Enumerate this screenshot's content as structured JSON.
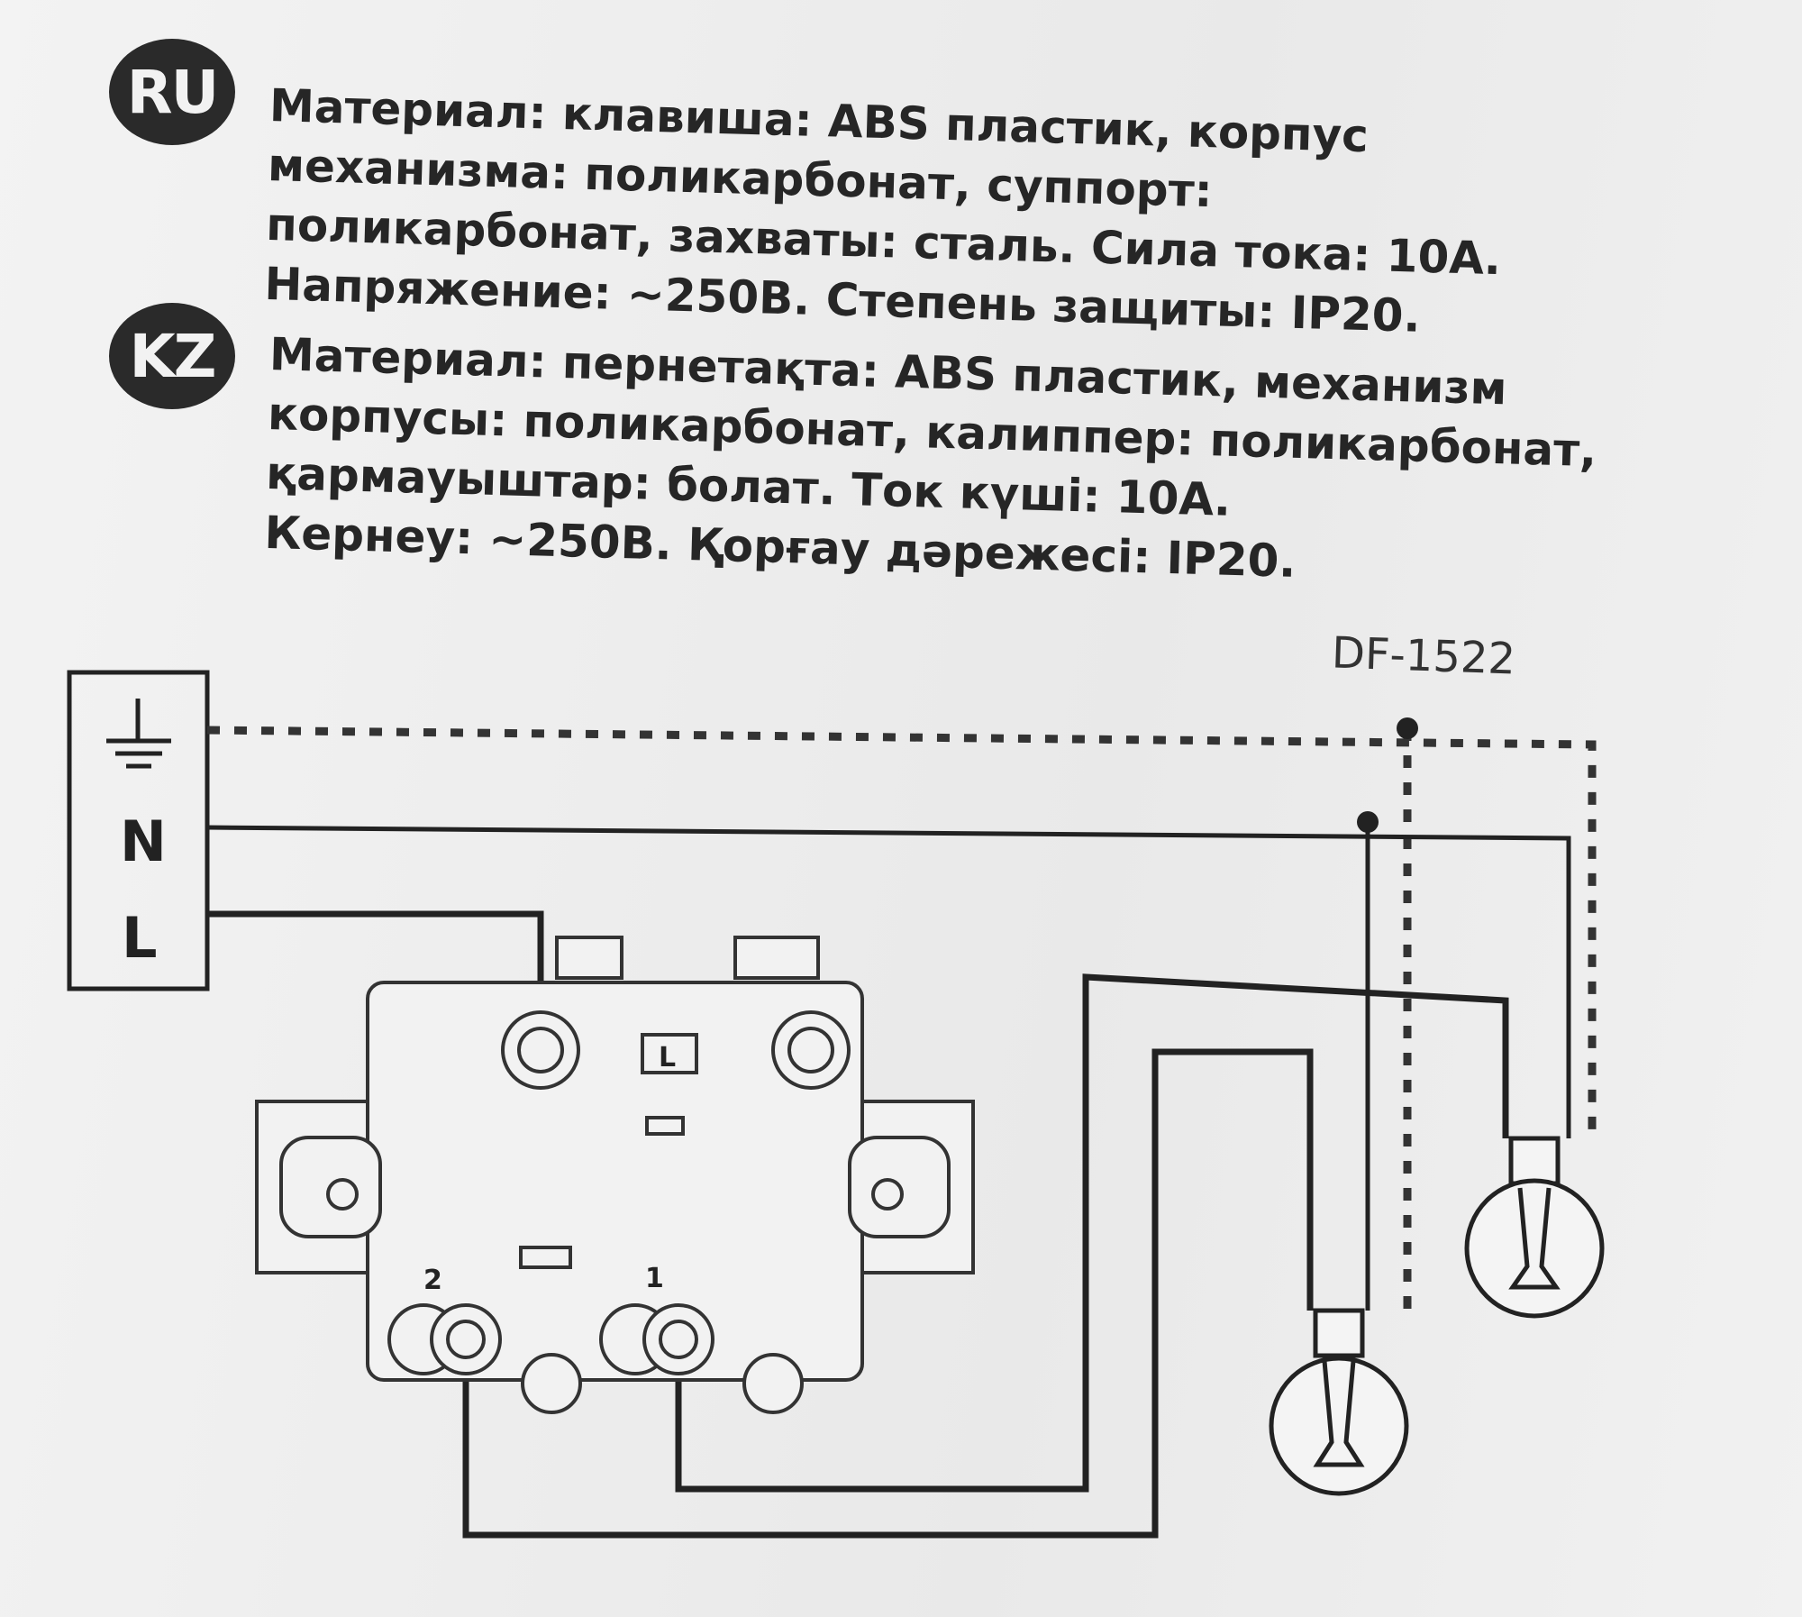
{
  "ru": {
    "badge": "RU",
    "lines": [
      "Материал: клавиша: ABS пластик, корпус",
      "механизма: поликарбонат, суппорт:",
      "поликарбонат, захваты: сталь. Сила тока: 10А.",
      "Напряжение: ~250В. Степень защиты: IP20."
    ]
  },
  "kz": {
    "badge": "KZ",
    "lines": [
      "Материал: пернетақта: ABS пластик, механизм",
      "корпусы: поликарбонат, калиппер: поликарбонат,",
      "қармауыштар: болат. Ток күші: 10А.",
      "Кернеу: ~250В. Қорғау дәрежесі: IP20."
    ]
  },
  "model": "DF-1522",
  "diagram": {
    "terminal_n": "N",
    "terminal_l": "L",
    "switch_input": "L",
    "switch_output_2": "2",
    "switch_output_1": "1"
  }
}
